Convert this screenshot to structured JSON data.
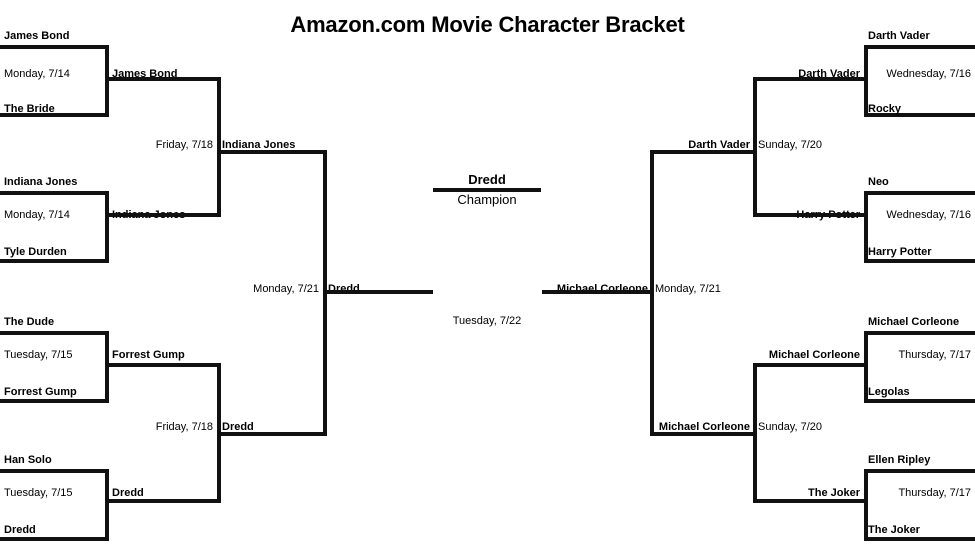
{
  "title": "Amazon.com Movie Character Bracket",
  "champion": {
    "name": "Dredd",
    "label": "Champion",
    "final_date": "Tuesday, 7/22"
  },
  "left": {
    "round1": [
      {
        "top": "James Bond",
        "date": "Monday, 7/14",
        "bottom": "The Bride",
        "winner": "James Bond"
      },
      {
        "top": "Indiana Jones",
        "date": "Monday, 7/14",
        "bottom": "Tyle Durden",
        "winner": "Indiana Jones"
      },
      {
        "top": "The Dude",
        "date": "Tuesday, 7/15",
        "bottom": "Forrest Gump",
        "winner": "Forrest Gump"
      },
      {
        "top": "Han Solo",
        "date": "Tuesday, 7/15",
        "bottom": "Dredd",
        "winner": "Dredd"
      }
    ],
    "round2": [
      {
        "date": "Friday, 7/18",
        "winner": "Indiana Jones"
      },
      {
        "date": "Friday, 7/18",
        "winner": "Dredd"
      }
    ],
    "round3": [
      {
        "date": "Monday, 7/21",
        "winner": "Dredd"
      }
    ]
  },
  "right": {
    "round1": [
      {
        "top": "Darth Vader",
        "date": "Wednesday, 7/16",
        "bottom": "Rocky",
        "winner": "Darth Vader"
      },
      {
        "top": "Neo",
        "date": "Wednesday, 7/16",
        "bottom": "Harry Potter",
        "winner": "Harry Potter"
      },
      {
        "top": "Michael Corleone",
        "date": "Thursday, 7/17",
        "bottom": "Legolas",
        "winner": "Michael Corleone"
      },
      {
        "top": "Ellen Ripley",
        "date": "Thursday, 7/17",
        "bottom": "The Joker",
        "winner": "The Joker"
      }
    ],
    "round2": [
      {
        "date": "Sunday, 7/20",
        "winner": "Darth Vader"
      },
      {
        "date": "Sunday, 7/20",
        "winner": "Michael Corleone"
      }
    ],
    "round3": [
      {
        "date": "Monday, 7/21",
        "winner": "Michael Corleone"
      }
    ]
  },
  "colors": {
    "line": "#111111",
    "text": "#000000",
    "background": "#ffffff"
  }
}
